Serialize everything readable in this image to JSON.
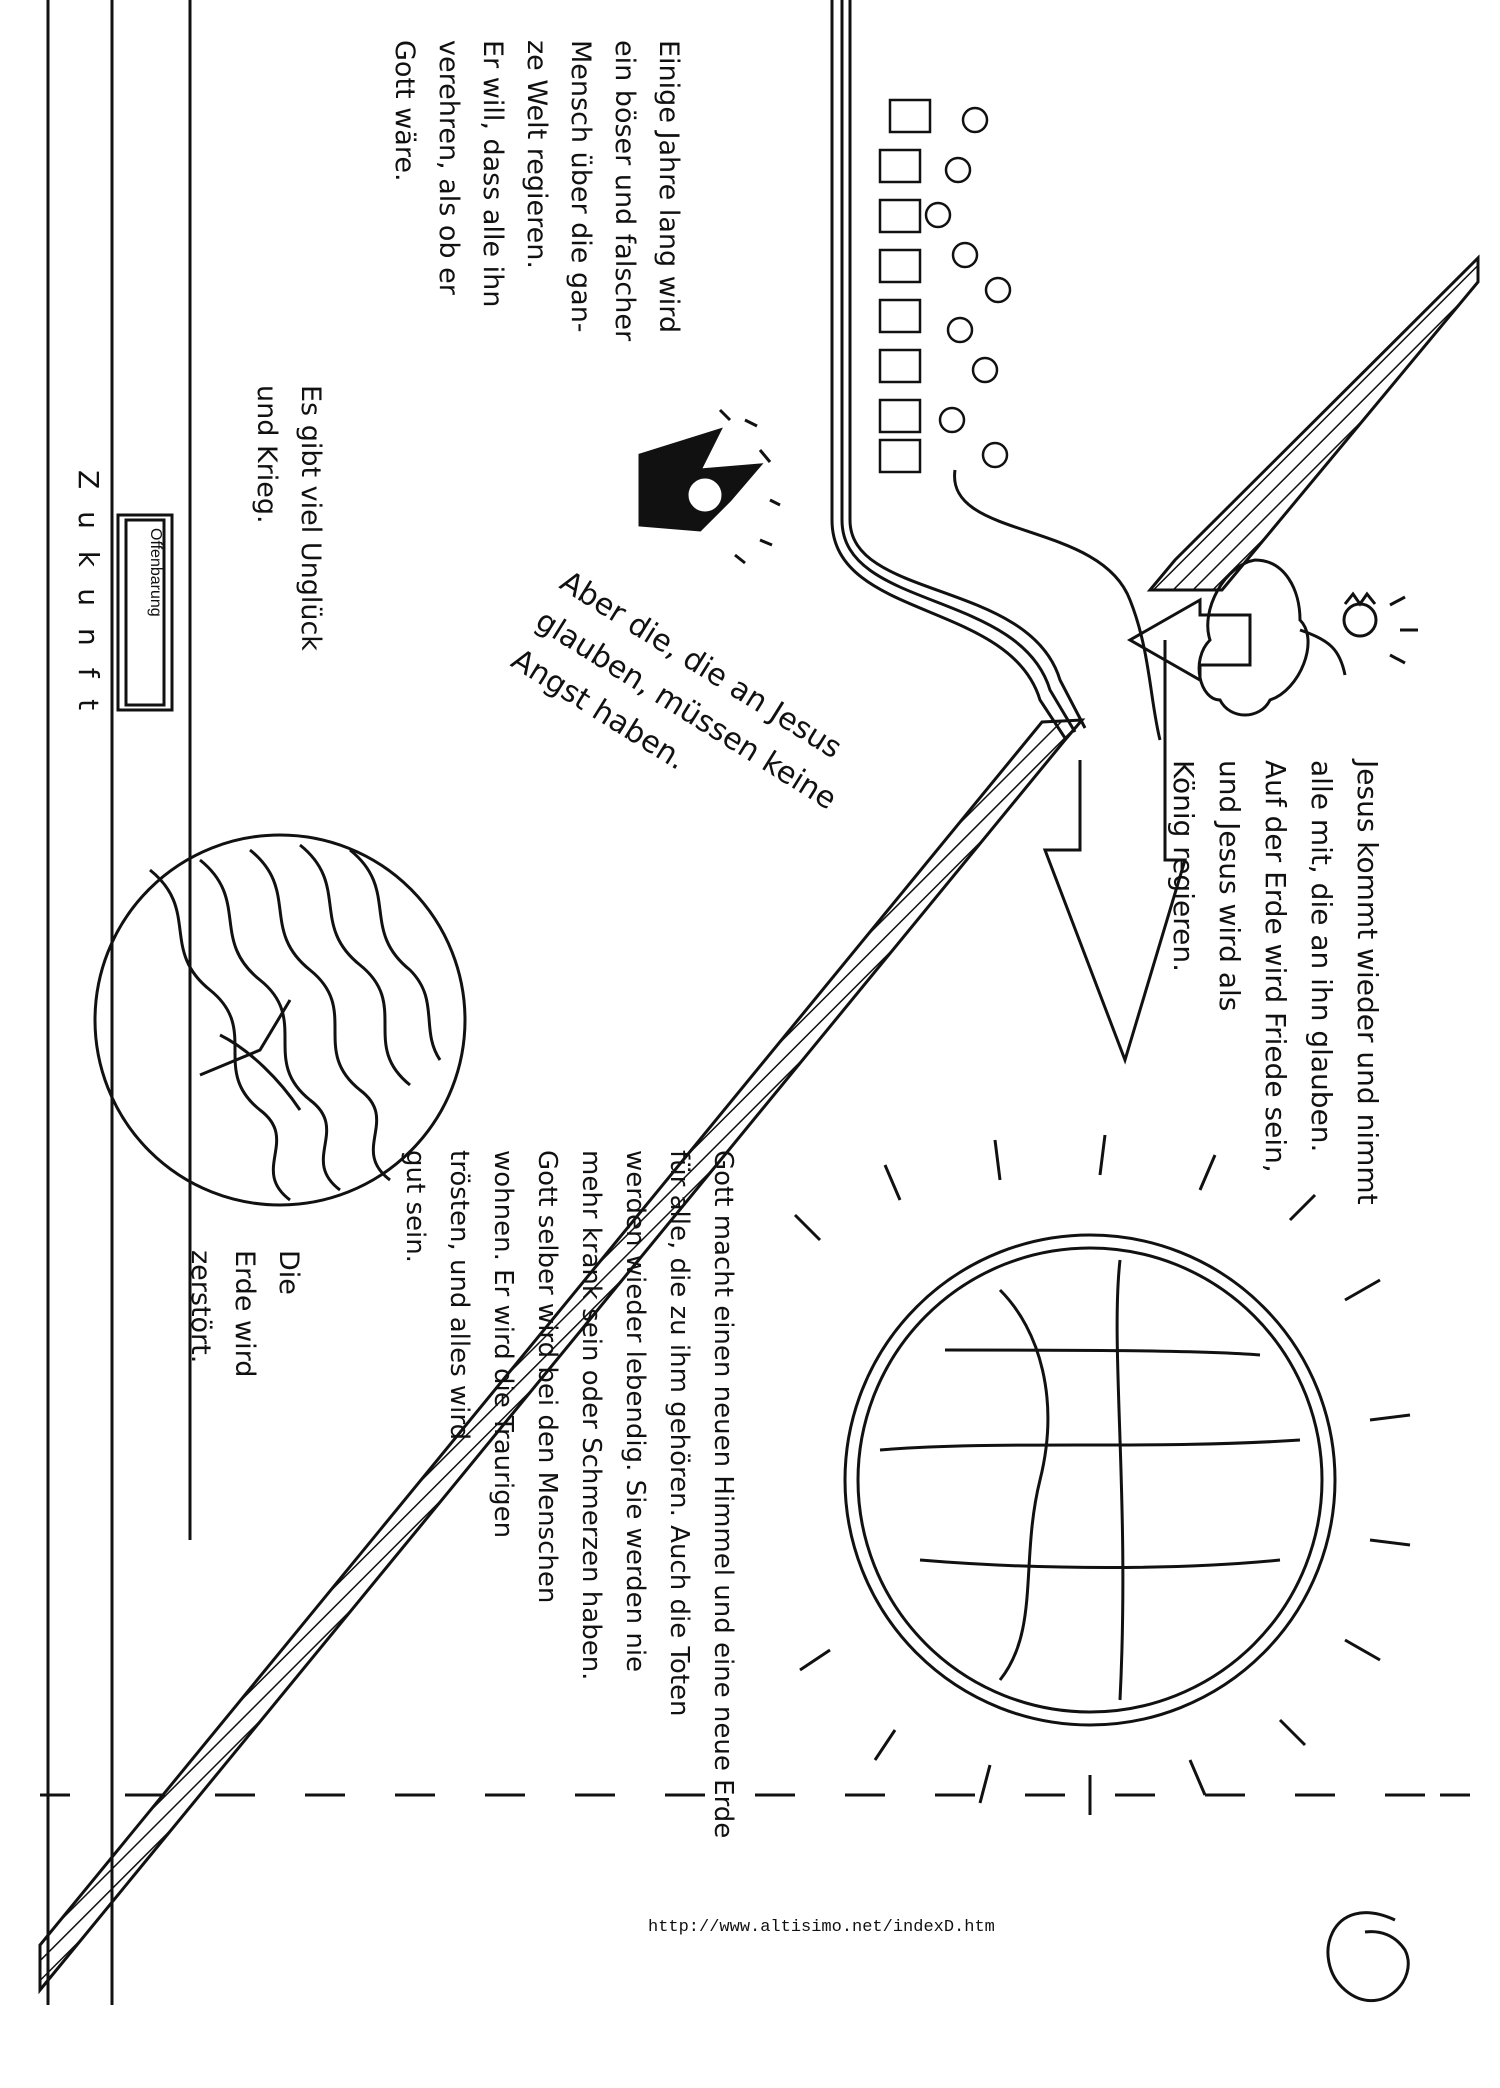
{
  "texts": {
    "intro": "Einige Jahre lang wird\nein böser und falscher\nMensch über die gan-\nze Welt regieren.\nEr will, dass alle ihn\nverehren, als ob er\nGott wäre.",
    "unglueck": "Es gibt viel Unglück\nund Krieg.",
    "angst": "Aber die, die an Jesus\nglauben, müssen keine\nAngst haben.",
    "jesus_kommt": "Jesus kommt wieder und nimmt\nalle mit, die an ihn glauben.\nAuf der Erde wird Friede sein,\nund Jesus wird als\nKönig regieren.",
    "erde_zerstoert": "Die\nErde wird\nzerstört.",
    "neue_erde": "Gott macht einen neuen Himmel und eine neue Erde\nfür alle, die zu ihm gehören. Auch die Toten\nwerden wieder lebendig. Sie werden nie\nmehr krank sein oder Schmerzen haben.\nGott selber wird bei den Menschen\nwohnen. Er wird die Traurigen\ntrösten, und alles wird\ngut sein.",
    "timeline_label": "Zukunft",
    "book_label": "Offenbarung",
    "page_number": "9",
    "url": "http://www.altisimo.net/indexD.htm"
  },
  "illustrations": {
    "crowned_figure": "crowned-villain-figure",
    "crowd": "crowd-of-believers",
    "cloud_king": "jesus-on-cloud",
    "burning_earth": "burning-earth",
    "new_earth": "new-earth-with-sun"
  }
}
